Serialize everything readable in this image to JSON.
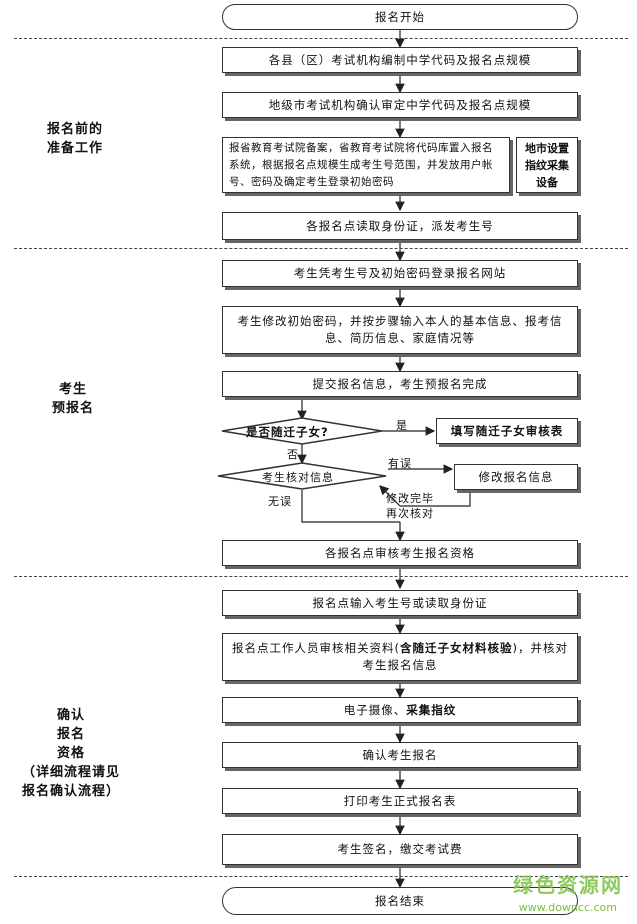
{
  "nodes": {
    "start": "报名开始",
    "n1": "各县（区）考试机构编制中学代码及报名点规模",
    "n2": "地级市考试机构确认审定中学代码及报名点规模",
    "n3": "报省教育考试院备案，省教育考试院将代码库置入报名系统，根据报名点规模生成考生号范围，并发放用户帐号、密码及确定考生登录初始密码",
    "n3b": "地市设置指纹采集设备",
    "n4": "各报名点读取身份证，派发考生号",
    "n5": "考生凭考生号及初始密码登录报名网站",
    "n6": "考生修改初始密码，并按步骤输入本人的基本信息、报考信息、简历信息、家庭情况等",
    "n7": "提交报名信息，考生预报名完成",
    "d1": "是否随迁子女?",
    "n8": "填写随迁子女审核表",
    "d2": "考生核对信息",
    "n9": "修改报名信息",
    "n10": "各报名点审核考生报名资格",
    "n11": "报名点输入考生号或读取身份证",
    "n12_pre": "报名点工作人员审核相关资料(",
    "n12_bold": "含随迁子女材料核验",
    "n12_post": ")，并核对考生报名信息",
    "n13_pre": "电子摄像、",
    "n13_bold": "采集指纹",
    "n14": "确认考生报名",
    "n15": "打印考生正式报名表",
    "n16": "考生签名，缴交考试费",
    "end": "报名结束"
  },
  "edge_labels": {
    "yes": "是",
    "no": "否",
    "error": "有误",
    "no_error": "无误",
    "modified": "修改完毕",
    "recheck": "再次核对"
  },
  "sections": {
    "prep": [
      "报名前的",
      "准备工作"
    ],
    "pre_reg": [
      "考生",
      "预报名"
    ],
    "confirm": [
      "确认",
      "报名",
      "资格",
      "（详细流程请见",
      "报名确认流程）"
    ]
  },
  "watermark": {
    "main": "绿色资源网",
    "sub": "www.downcc.com"
  },
  "colors": {
    "line": "#333333",
    "watermark": "#7bc043"
  }
}
